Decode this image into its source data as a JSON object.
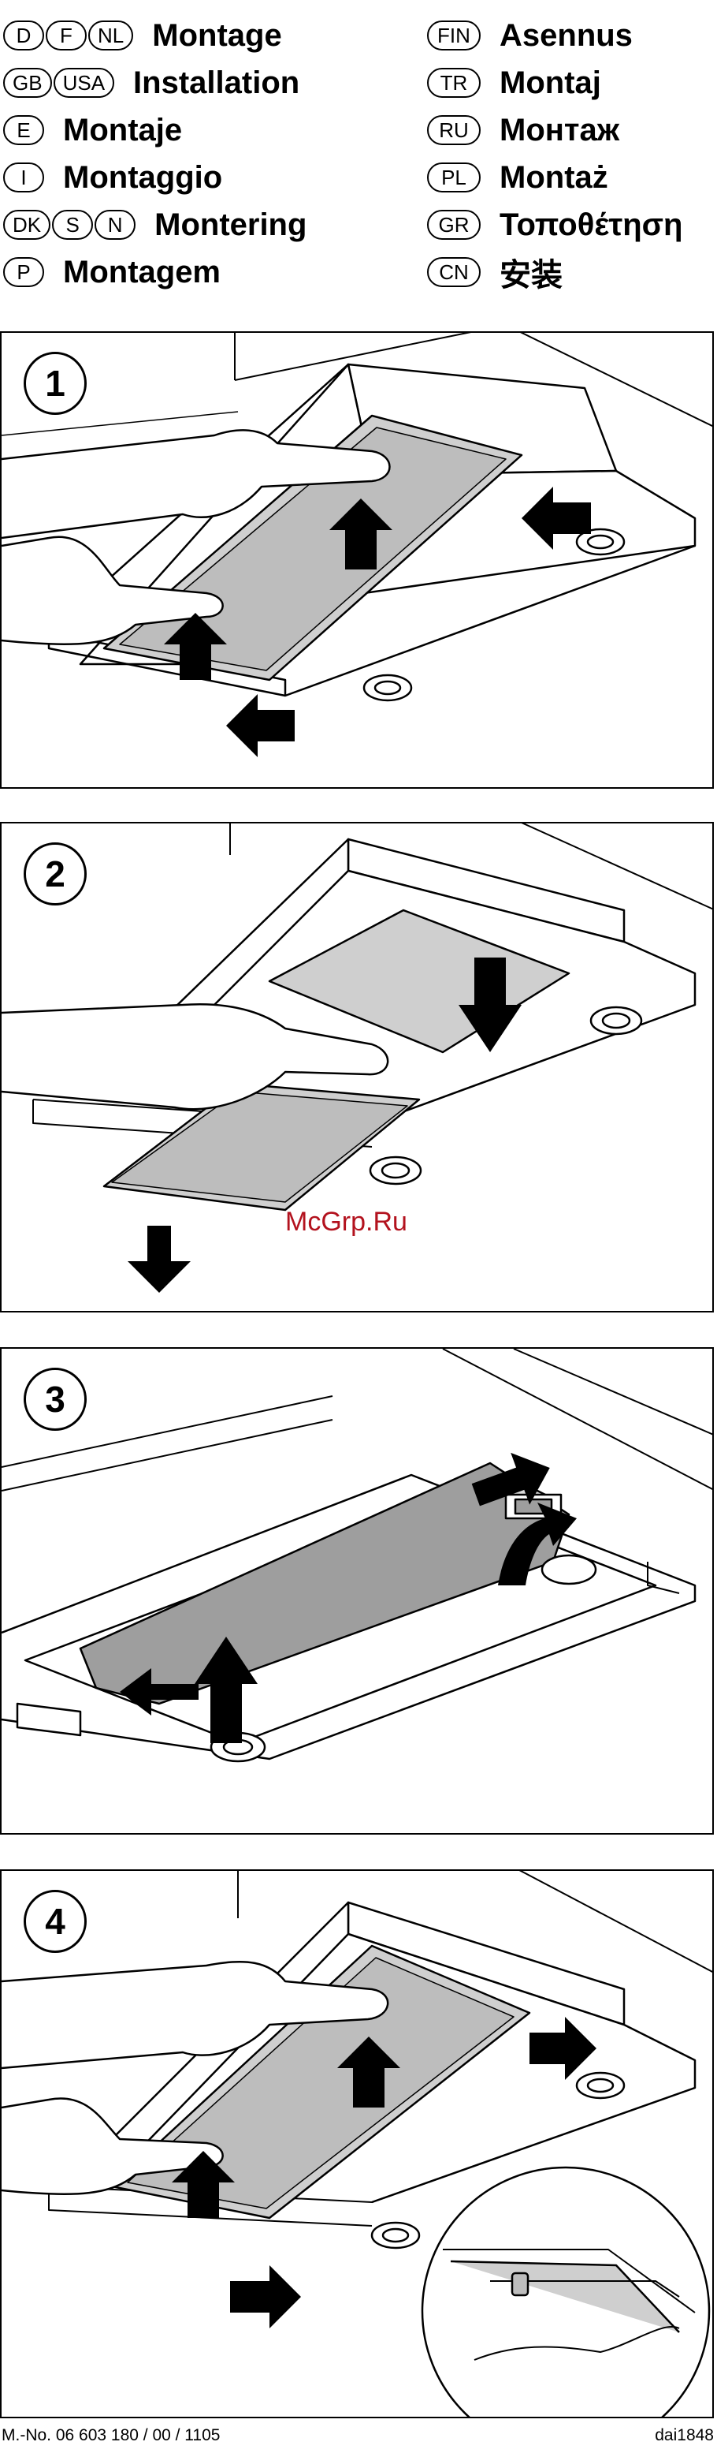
{
  "languages_left": [
    {
      "codes": [
        "D",
        "F",
        "NL"
      ],
      "label": "Montage"
    },
    {
      "codes": [
        "GB",
        "USA"
      ],
      "label": "Installation"
    },
    {
      "codes": [
        "E"
      ],
      "label": "Montaje"
    },
    {
      "codes": [
        "I"
      ],
      "label": "Montaggio"
    },
    {
      "codes": [
        "DK",
        "S",
        "N"
      ],
      "label": "Montering"
    },
    {
      "codes": [
        "P"
      ],
      "label": "Montagem"
    }
  ],
  "languages_right": [
    {
      "codes": [
        "FIN"
      ],
      "label": "Asennus"
    },
    {
      "codes": [
        "TR"
      ],
      "label": "Montaj"
    },
    {
      "codes": [
        "RU"
      ],
      "label": "Монтаж"
    },
    {
      "codes": [
        "PL"
      ],
      "label": "Montaż"
    },
    {
      "codes": [
        "GR"
      ],
      "label": "Τοποθέτηση"
    },
    {
      "codes": [
        "CN"
      ],
      "label": "安装"
    }
  ],
  "steps": [
    "1",
    "2",
    "3",
    "4"
  ],
  "watermark": "McGrp.Ru",
  "footer": {
    "model": "M.-No. 06 603 180 / 00 / 1105",
    "code": "dai1848"
  },
  "colors": {
    "line": "#000000",
    "mesh": "#cfcfcf",
    "panel_fill": "#9e9e9e",
    "watermark": "#b3121e"
  }
}
